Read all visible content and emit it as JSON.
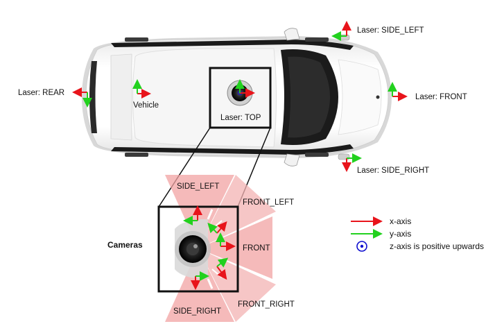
{
  "labels": {
    "laser_side_left": "Laser: SIDE_LEFT",
    "laser_rear": "Laser: REAR",
    "laser_front": "Laser: FRONT",
    "laser_side_right": "Laser: SIDE_RIGHT",
    "laser_top": "Laser: TOP",
    "vehicle": "Vehicle",
    "cameras": "Cameras",
    "cam_side_left": "SIDE_LEFT",
    "cam_front_left": "FRONT_LEFT",
    "cam_front": "FRONT",
    "cam_front_right": "FRONT_RIGHT",
    "cam_side_right": "SIDE_RIGHT"
  },
  "legend": [
    {
      "symbol": "red-arrow",
      "label": "x-axis"
    },
    {
      "symbol": "green-arrow",
      "label": "y-axis"
    },
    {
      "symbol": "blue-dot-circle",
      "label": "z-axis is positive upwards"
    }
  ],
  "colors": {
    "x_axis": "#e8141b",
    "y_axis": "#22d11e",
    "z_axis": "#0d0dcf",
    "camera_fov": "#f2a3a3",
    "outline": "#111111"
  }
}
